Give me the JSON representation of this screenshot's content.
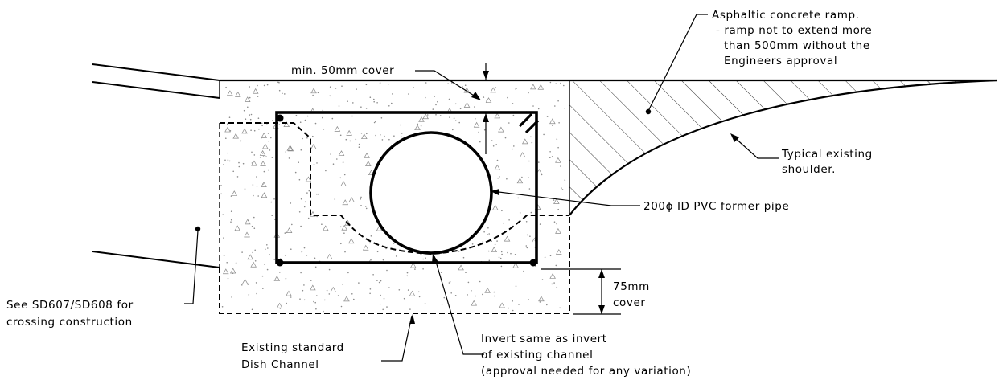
{
  "labels": {
    "ramp_title": "Asphaltic concrete ramp.",
    "ramp_note_1": "- ramp not to extend more",
    "ramp_note_2": "than 500mm  without the",
    "ramp_note_3": "Engineers approval",
    "min_cover": "min. 50mm  cover",
    "shoulder_1": "Typical existing",
    "shoulder_2": "shoulder.",
    "pipe": "200ϕ  ID  PVC  former pipe",
    "cover75_1": "75mm",
    "cover75_2": "cover",
    "see_1": "See SD607/SD608 for",
    "see_2": "crossing construction",
    "dish_1": "Existing standard",
    "dish_2": "Dish Channel",
    "invert_1": "Invert same as invert",
    "invert_2": "of existing channel",
    "invert_3": "(approval needed for any variation)"
  },
  "colors": {
    "line": "#000000",
    "background": "#ffffff",
    "concrete_speckle": "#8a8a8a"
  }
}
